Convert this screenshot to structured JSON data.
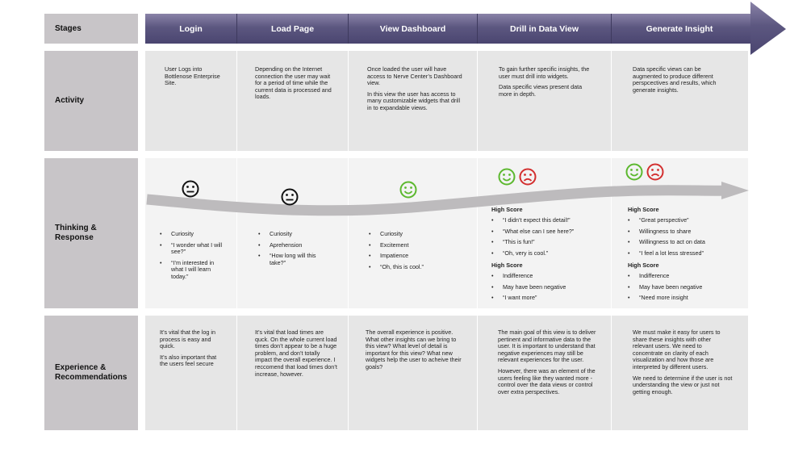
{
  "rows": {
    "stages": "Stages",
    "activity": "Activity",
    "thinking": [
      "Thinking &",
      "Response"
    ],
    "experience": [
      "Experience &",
      "Recommendations"
    ]
  },
  "stages": [
    "Login",
    "Load Page",
    "View Dashboard",
    "Drill in Data View",
    "Generate Insight"
  ],
  "colors": {
    "stage_bar": "#4a4570",
    "label_bg": "#c8c5c8",
    "row_bg": "#e6e6e6",
    "happy": "#5cb82e",
    "sad": "#d32f2f",
    "neutral": "#111111"
  },
  "activity": [
    "User Logs into Bottlenose Enterprise Site.",
    "Depending on the Internet connection the user may wait for a period of time while the current data is processed and loads.",
    [
      "Once loaded the user will have access to Nerve Center’s Dashboard view.",
      "In this view the user has access to many customizable widgets that drill in to expandable views."
    ],
    [
      "To gain further specific insights, the user must drill into widgets.",
      "Data specific views present data more in depth."
    ],
    "Data specific views can be augmented to produce different perspcectives and results, which generate insights."
  ],
  "faces": [
    [
      "neutral-icon"
    ],
    [
      "neutral-icon"
    ],
    [
      "happy-icon"
    ],
    [
      "happy-icon",
      "sad-icon"
    ],
    [
      "happy-icon",
      "sad-icon"
    ]
  ],
  "thinking": {
    "login": [
      "Curiosity",
      "“I wonder what I will see?”",
      "“I’m interested in what I will learn today.”"
    ],
    "load": [
      "Curiosity",
      "Aprehension",
      "“How long will this take?”"
    ],
    "dashboard": [
      "Curiosity",
      "Excitement",
      "Impatience",
      "“Oh, this is cool.”"
    ],
    "drill": {
      "score1": "High Score",
      "list1": [
        "“I didn’t expect this detail!”",
        "“What else can I see here?”",
        "“This is fun!”",
        "“Oh, very is cool.”"
      ],
      "score2": "High Score",
      "list2": [
        "Indifference",
        "May have been negative",
        "“I want more”"
      ]
    },
    "insight": {
      "score1": "High Score",
      "list1": [
        "“Great perspective”",
        "Willingness to share",
        "Willingness to act on data",
        "“I feel a lot less stressed”"
      ],
      "score2": "High Score",
      "list2": [
        "Indifference",
        "May have been negative",
        "“Need more insight"
      ]
    }
  },
  "experience": [
    [
      "It’s vital that the log in process is easy and quick.",
      "It’s also important that the users feel secure"
    ],
    [
      "It’s vital that load times are quck. On the whole current load times don’t appear to be a huge problem, and don’t totally impact the overall experience. I reccomend that load times don’t increase, however."
    ],
    [
      "The overall experience is positive. What other insights can we bring to this view? What level of detail is important for this view? What new widgets help the user to acheive their goals?"
    ],
    [
      "The main goal of this view is to deliver pertinent and informative data to the user. It is important to understand that negative experiences may still be relevant experiences for the user.",
      "However, there was an element of the users feeling like they wanted more - control over the data views or control over extra perspectives."
    ],
    [
      "We must make it easy for users to share these insights with other relevant users. We need to concentrate on clarity of each visualization and how those are interpreted by different users.",
      "We need to determine if the user is not understanding the view or just not getting enough."
    ]
  ]
}
